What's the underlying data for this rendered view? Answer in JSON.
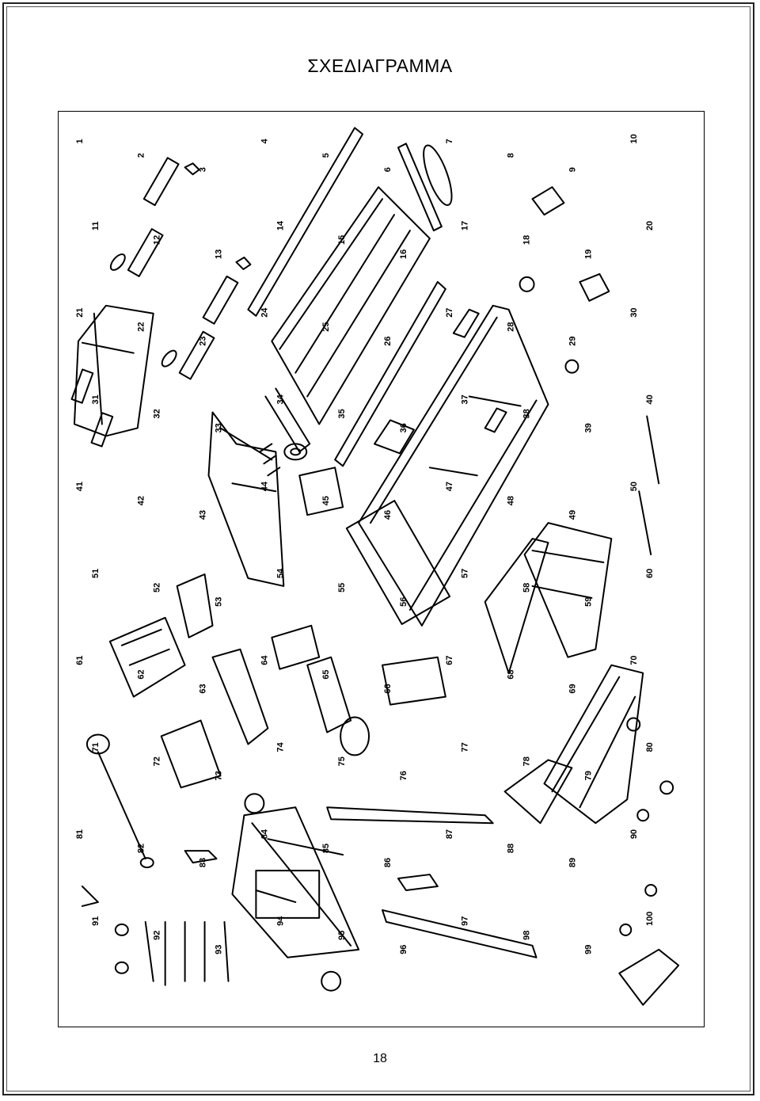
{
  "page": {
    "title": "ΣΧΕΔΙΑΓΡΑΜΜΑ",
    "page_number": "18"
  },
  "diagram": {
    "callouts": [
      "1",
      "2",
      "3",
      "4",
      "5",
      "6",
      "7",
      "8",
      "9",
      "10",
      "11",
      "12",
      "13",
      "14",
      "15",
      "16",
      "17",
      "18",
      "19",
      "20",
      "21",
      "22",
      "23",
      "24",
      "25",
      "26",
      "27",
      "28",
      "29",
      "30",
      "31",
      "32",
      "33",
      "34",
      "35",
      "36",
      "37",
      "38",
      "39",
      "40",
      "41",
      "42",
      "43",
      "44",
      "45",
      "46",
      "47",
      "48",
      "49",
      "50",
      "51",
      "52",
      "53",
      "54",
      "55",
      "56",
      "57",
      "58",
      "59",
      "60",
      "61",
      "62",
      "63",
      "64",
      "65",
      "66",
      "67",
      "68",
      "69",
      "70",
      "71",
      "72",
      "73",
      "74",
      "75",
      "76",
      "77",
      "78",
      "79",
      "80",
      "81",
      "82",
      "83",
      "84",
      "85",
      "86",
      "87",
      "88",
      "89",
      "90",
      "91",
      "92",
      "93",
      "94",
      "95",
      "96",
      "97",
      "98",
      "99",
      "100"
    ]
  }
}
